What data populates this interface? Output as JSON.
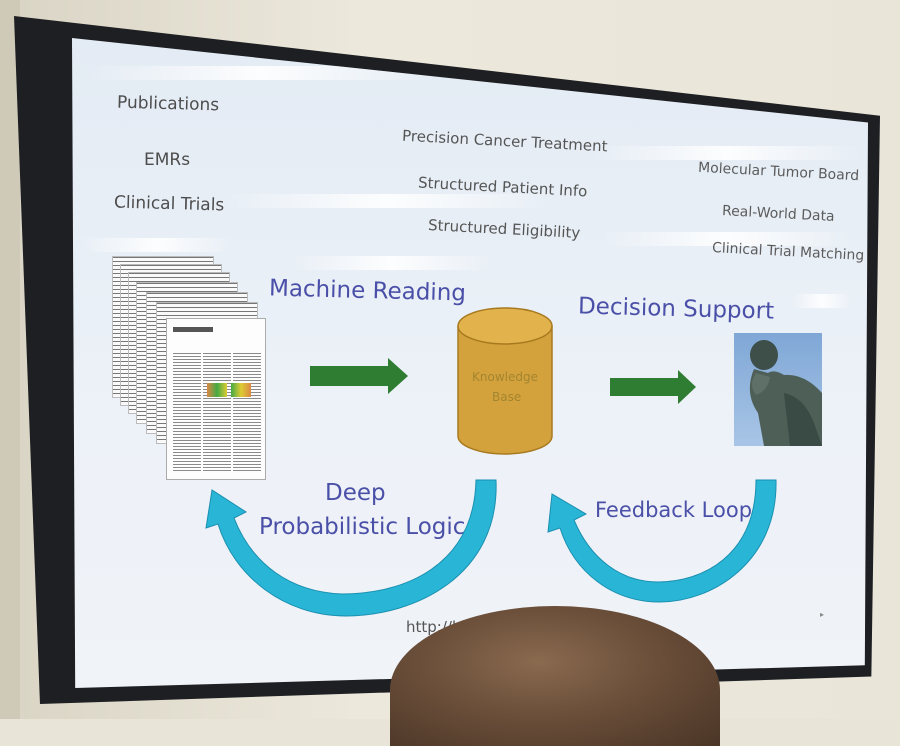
{
  "sources": {
    "publications": "Publications",
    "emrs": "EMRs",
    "clinical_trials": "Clinical Trials"
  },
  "outputs": {
    "precision": "Precision Cancer Treatment",
    "patient_info": "Structured Patient Info",
    "eligibility": "Structured Eligibility"
  },
  "applications": {
    "tumor_board": "Molecular Tumor Board",
    "real_world": "Real-World Data",
    "trial_matching": "Clinical Trial Matching"
  },
  "flow": {
    "machine_reading": "Machine Reading",
    "decision_support": "Decision Support",
    "knowledge_base_line1": "Knowledge",
    "knowledge_base_line2": "Base",
    "deep_line1": "Deep",
    "deep_line2": "Probabilistic Logic",
    "feedback_loop": "Feedback Loop"
  },
  "footer": {
    "url": "http://ha...sites.net"
  },
  "colors": {
    "accent_text": "#4a4fa8",
    "arrow_green": "#2e7d32",
    "loop_cyan": "#29b6d6",
    "cylinder": "#d4a23c"
  },
  "icons": {
    "papers": "document-stack-icon",
    "knowledge_base": "database-cylinder-icon",
    "thinker": "thinker-statue-icon"
  }
}
